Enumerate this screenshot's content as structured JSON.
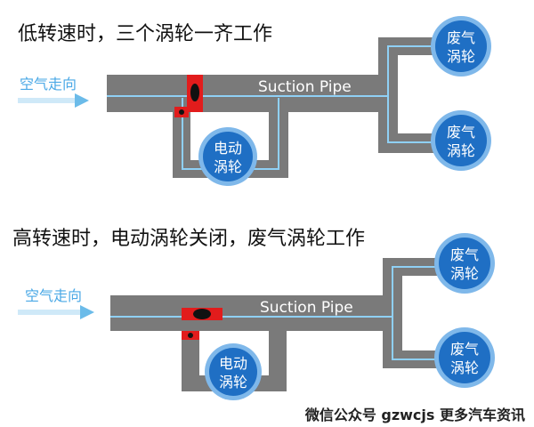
{
  "section1": {
    "title": "低转速时，三个涡轮一齐工作",
    "air_label": "空气走向",
    "pipe_label": "Suction Pipe",
    "electric_turbo": [
      "电动",
      "涡轮"
    ],
    "exhaust_turbo_top": [
      "废气",
      "涡轮"
    ],
    "exhaust_turbo_bottom": [
      "废气",
      "涡轮"
    ]
  },
  "section2": {
    "title": "高转速时，电动涡轮关闭，废气涡轮工作",
    "air_label": "空气走向",
    "pipe_label": "Suction Pipe",
    "electric_turbo": [
      "电动",
      "涡轮"
    ],
    "exhaust_turbo_top": [
      "废气",
      "涡轮"
    ],
    "exhaust_turbo_bottom": [
      "废气",
      "涡轮"
    ]
  },
  "footer": "微信公众号 gzwcjs 更多汽车资讯",
  "colors": {
    "pipe": "#7a7a7a",
    "flow_line": "#8fd0f5",
    "turbo": "#1f6fc4",
    "turbo_ring": "#7fb8ea",
    "valve": "#e21c1c",
    "valve_disc": "#111111",
    "air_arrow": "#6bbbe9"
  }
}
